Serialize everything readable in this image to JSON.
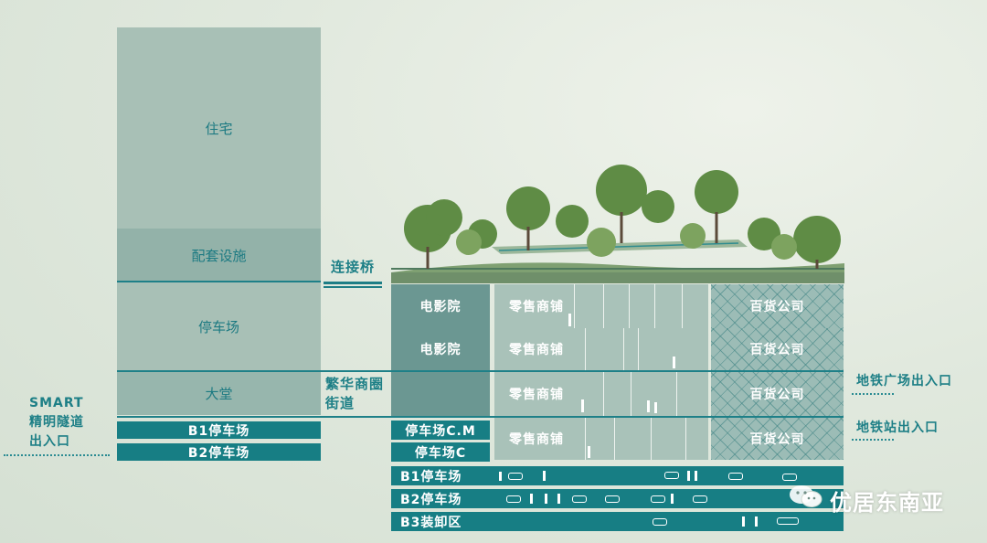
{
  "tower": {
    "residential": "住宅",
    "amenities": "配套设施",
    "parking": "停车场",
    "lobby": "大堂",
    "b1": "B1停车场",
    "b2": "B2停车场"
  },
  "smart_tunnel": {
    "line1": "SMART",
    "line2": "精明隧道",
    "line3": "出入口"
  },
  "connecting_bridge": "连接桥",
  "street": {
    "line1": "繁华商圈",
    "line2": "街道"
  },
  "mall": {
    "cinema": "电影院",
    "retail": "零售商铺",
    "department_store": "百货公司",
    "parking_cm": "停车场C.M",
    "parking_c": "停车场C"
  },
  "basement": {
    "b1": "B1停车场",
    "b2": "B2停车场",
    "b3": "B3装卸区"
  },
  "metro": {
    "plaza_exit": "地铁广场出入口",
    "station_exit": "地铁站出入口"
  },
  "watermark": "优居东南亚",
  "colors": {
    "teal": "#177e84",
    "tower_light": "#a8c0b6",
    "cinema": "#6b9792",
    "retail": "#a9c2b9"
  }
}
